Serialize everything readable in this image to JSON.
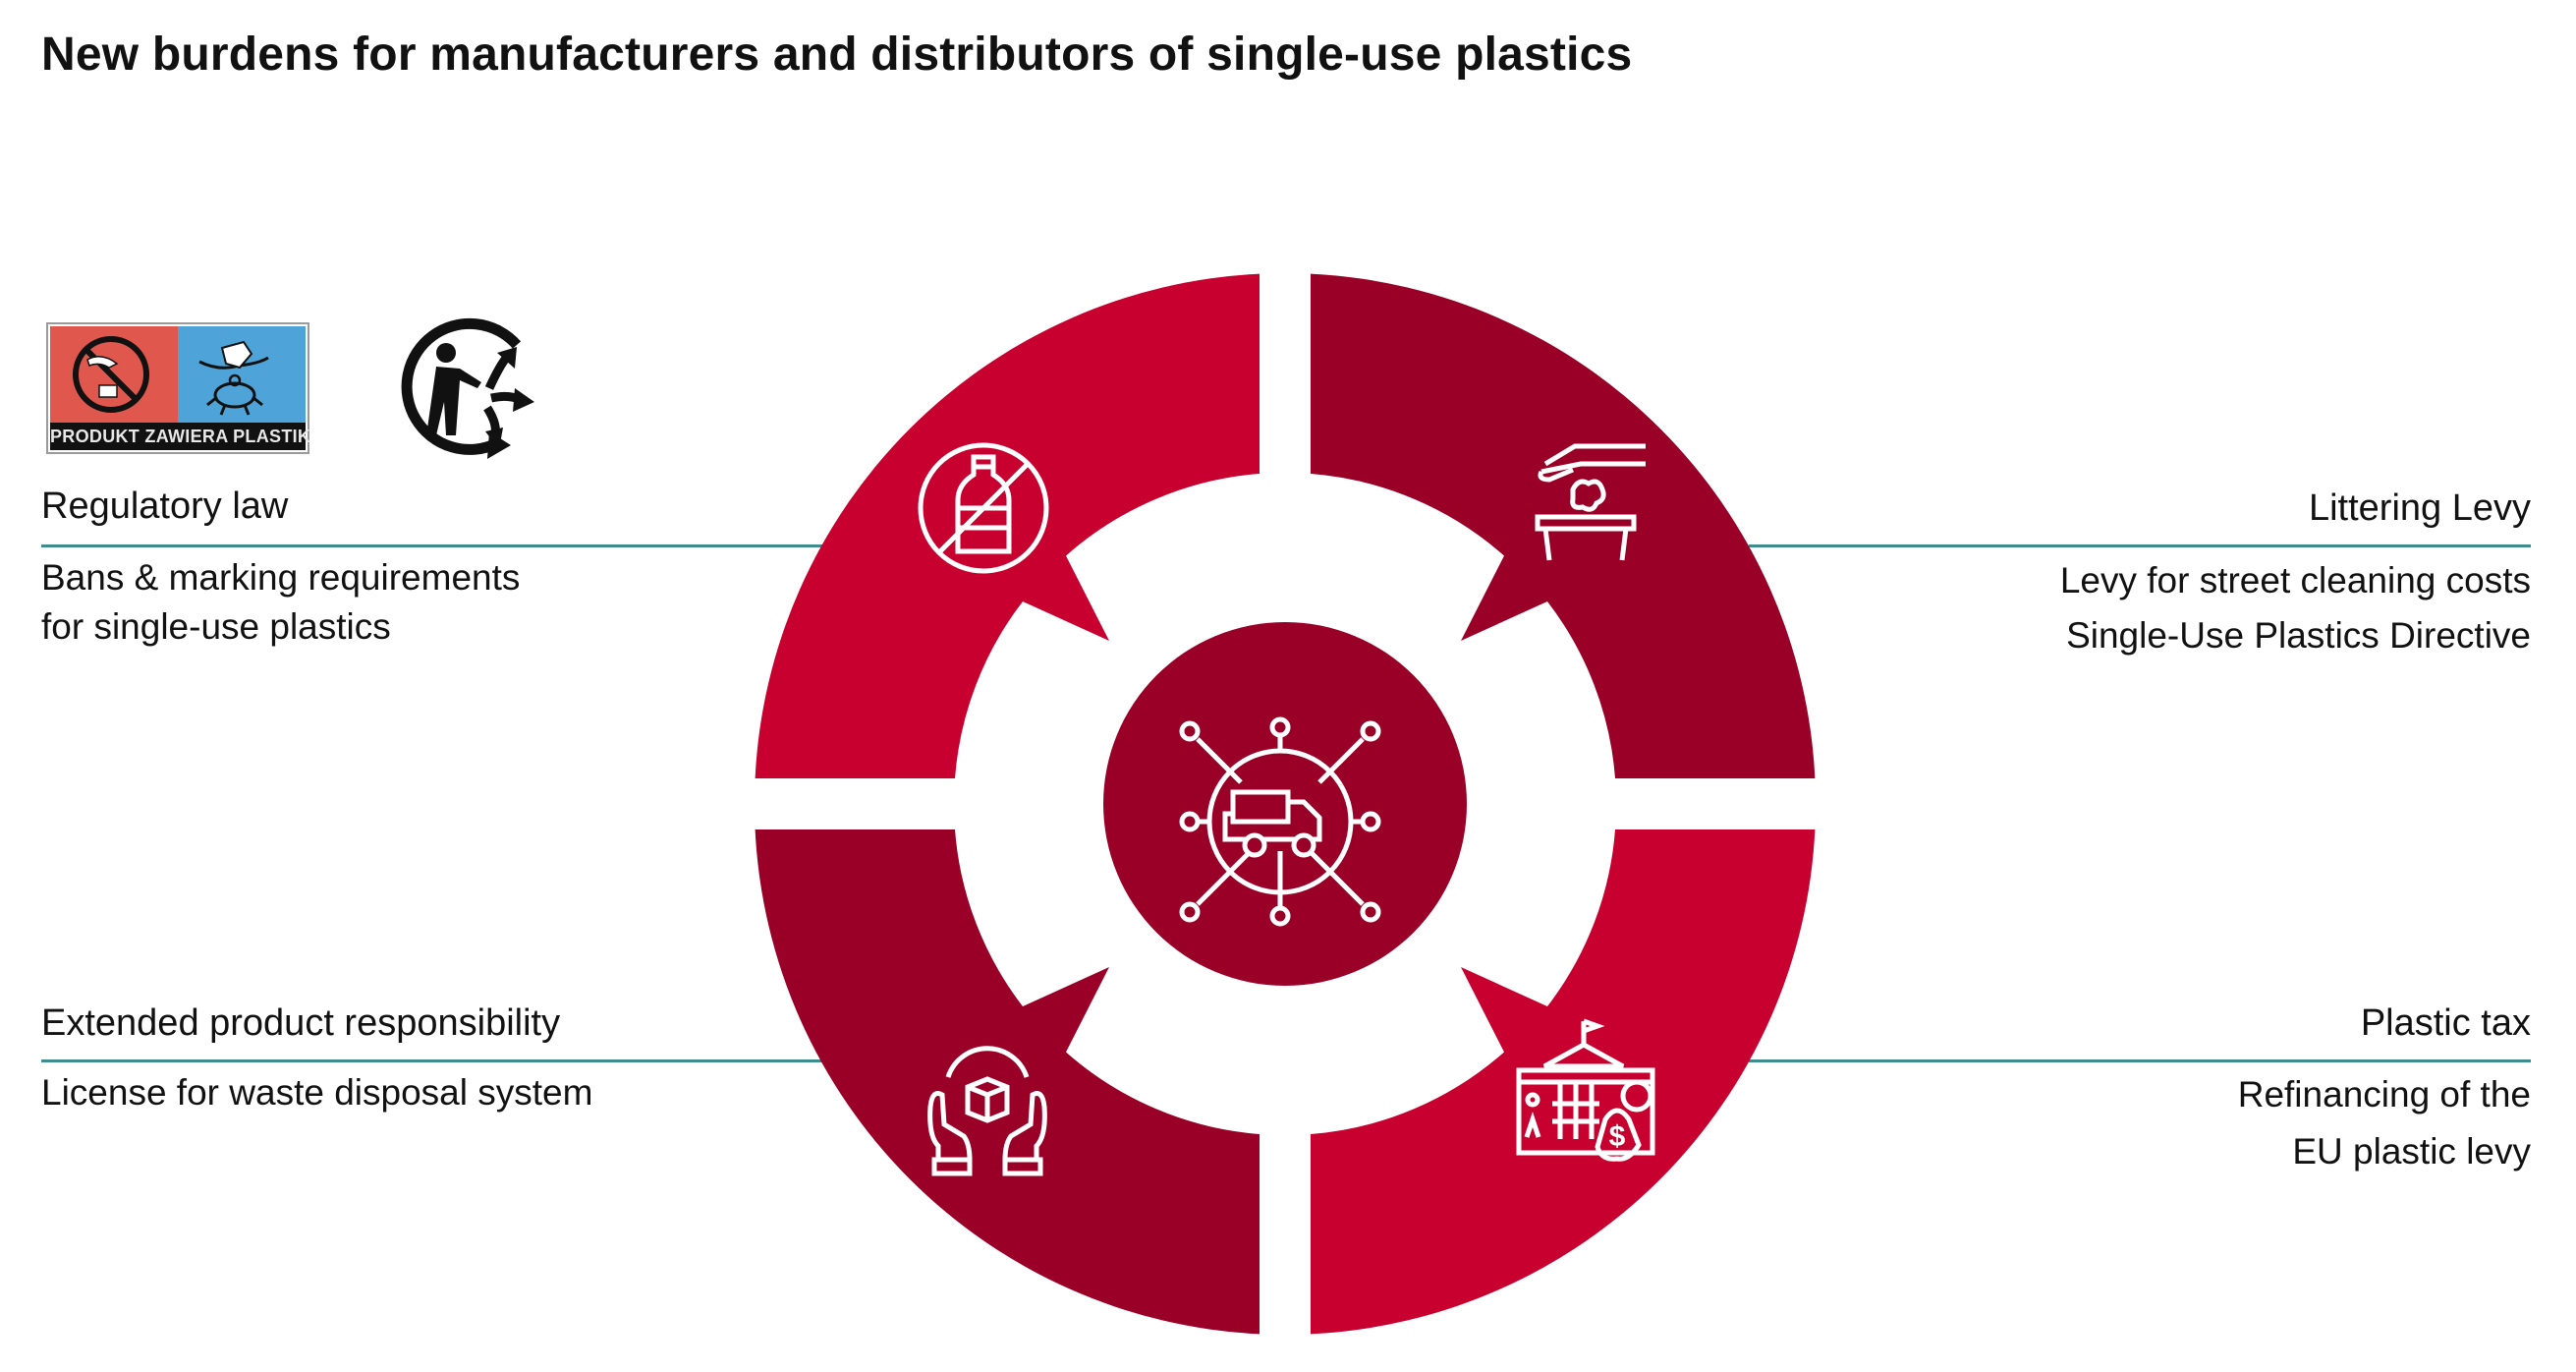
{
  "title": "New burdens for manufacturers and distributors of single-use plastics",
  "colors": {
    "bright_red": "#c8002f",
    "dark_red": "#9a0027",
    "teal": "#3e8c8c"
  },
  "marking_label": {
    "text": "PRODUKT ZAWIERA PLASTIK"
  },
  "sections": {
    "regulatory": {
      "heading": "Regulatory law",
      "lines": [
        "Bans & marking requirements",
        "for single-use plastics"
      ],
      "icon": "no-plastic-bottle-icon"
    },
    "littering": {
      "heading": "Littering Levy",
      "lines": [
        "Levy for street cleaning costs",
        "Single-Use Plastics Directive"
      ],
      "icon": "hand-dropping-litter-icon"
    },
    "epr": {
      "heading": "Extended product responsibility",
      "lines": [
        "License for waste disposal system"
      ],
      "icon": "hands-holding-box-icon"
    },
    "tax": {
      "heading": "Plastic tax",
      "lines": [
        "Refinancing of the",
        "EU plastic levy"
      ],
      "icon": "government-building-money-icon"
    }
  },
  "center_icon": "distribution-network-truck-icon"
}
